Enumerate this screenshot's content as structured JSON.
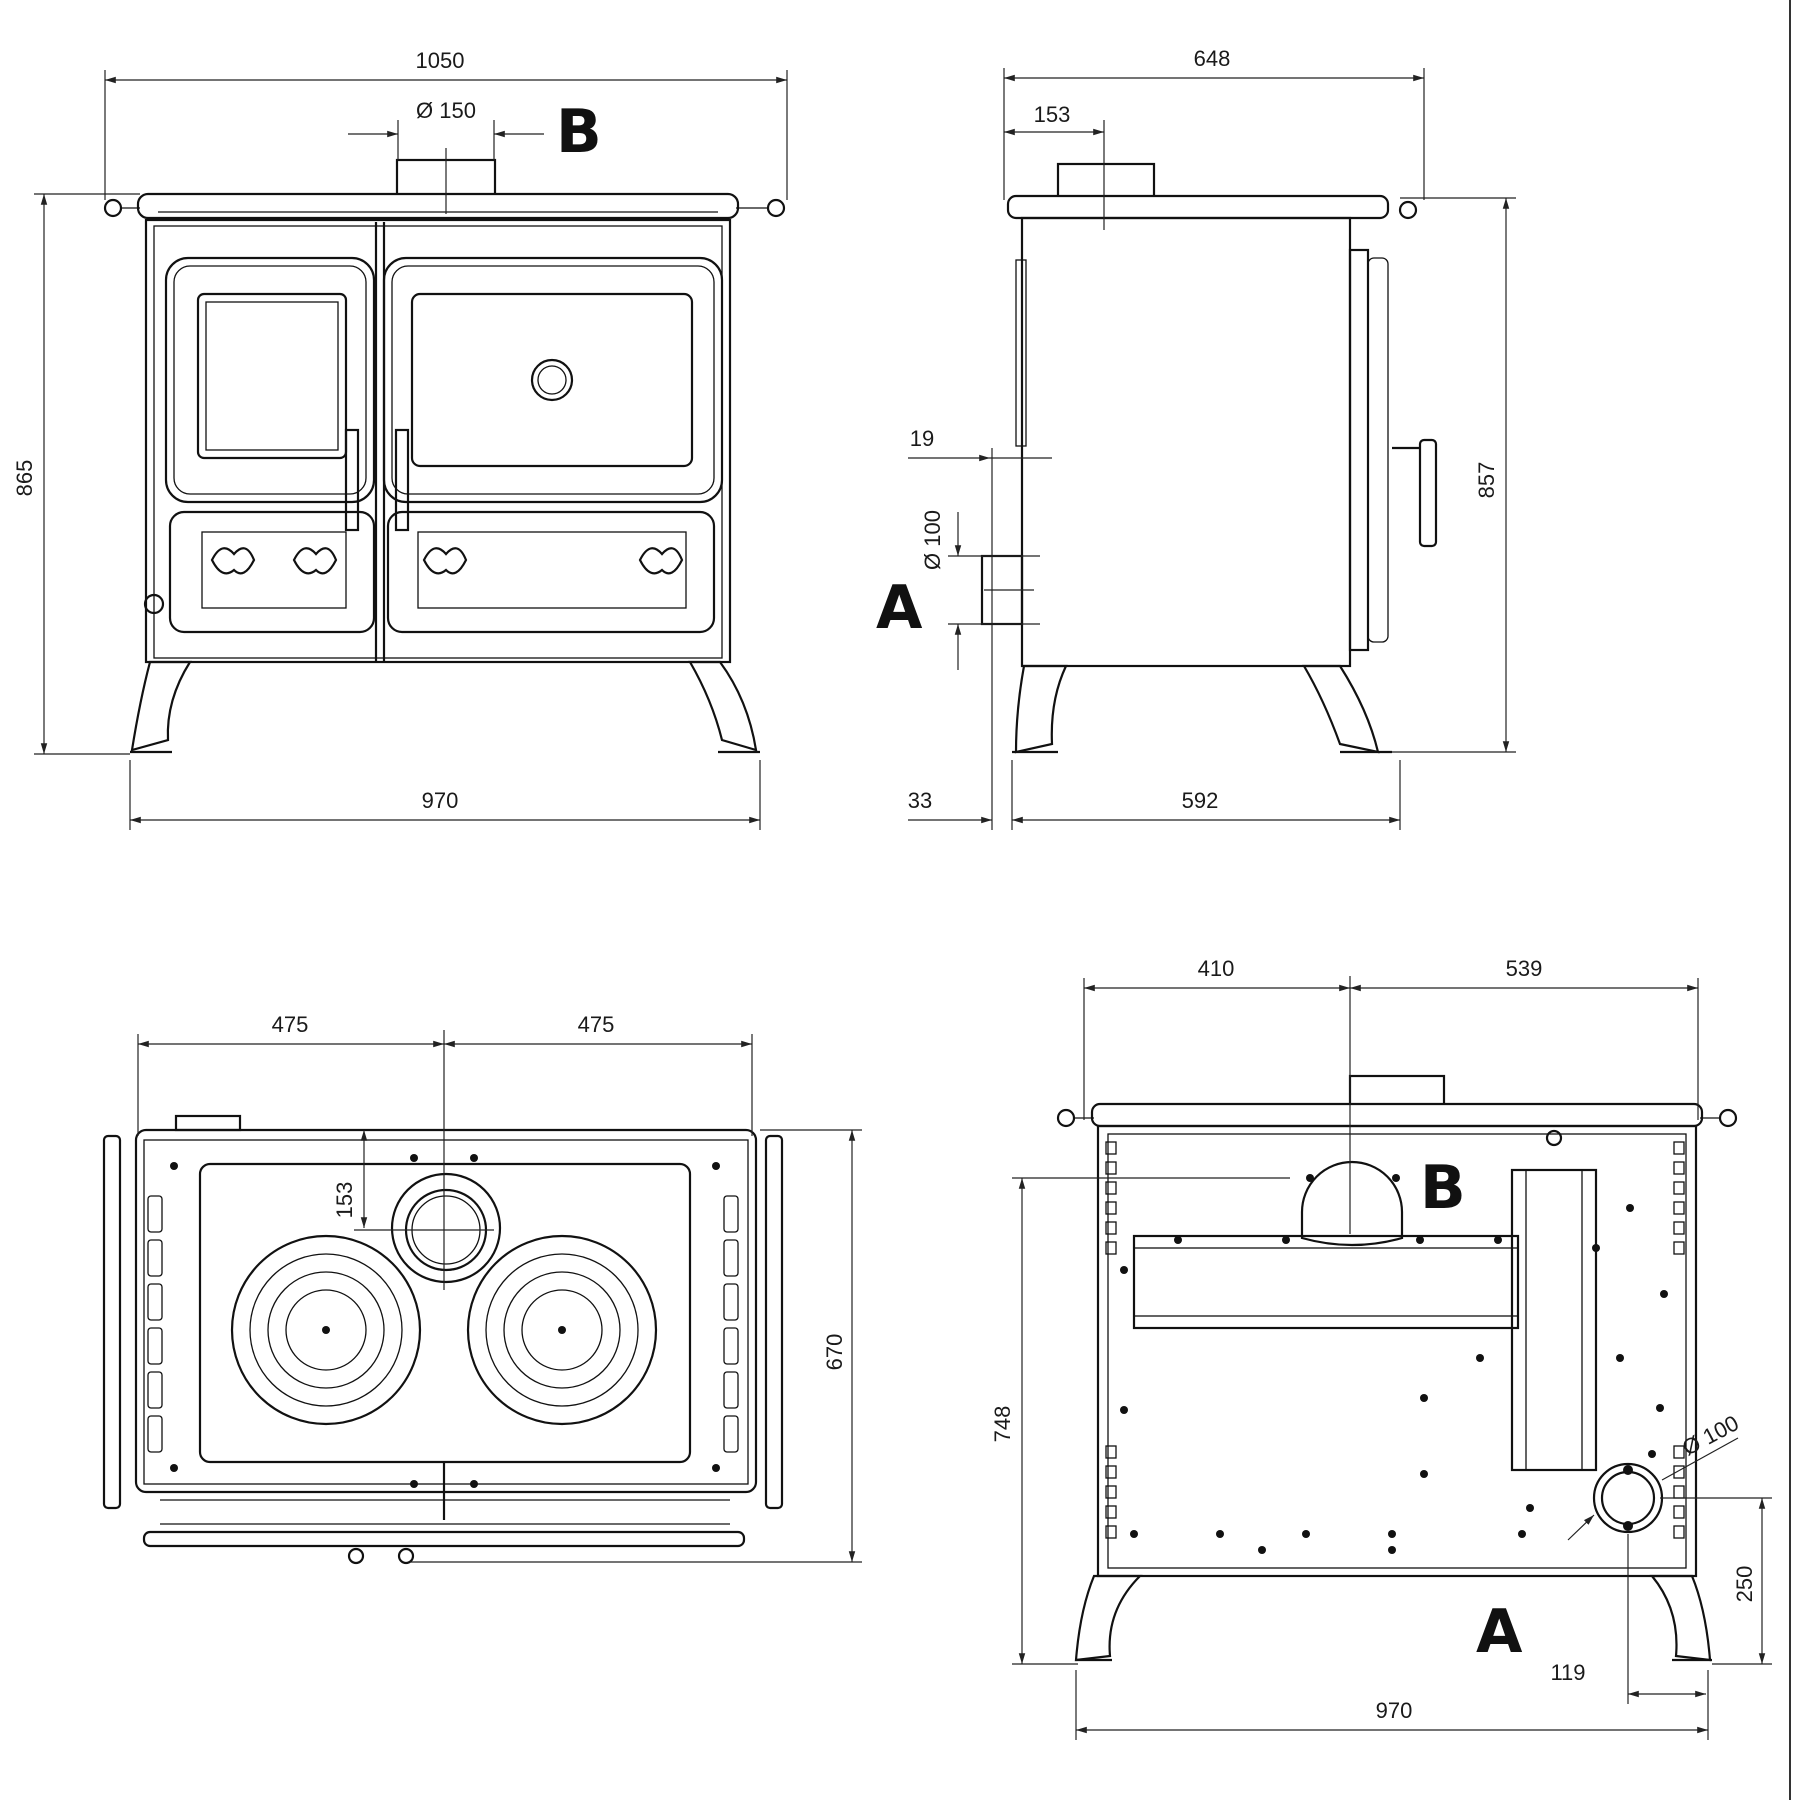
{
  "labels": {
    "front": {
      "width_top": "1050",
      "flue_diameter": "Ø 150",
      "flue_label": "B",
      "height": "865",
      "width_bottom": "970"
    },
    "side": {
      "depth_top": "648",
      "flue_offset": "153",
      "inlet_offset": "19",
      "inlet_diameter": "Ø 100",
      "inlet_label": "A",
      "height": "857",
      "rear_offset": "33",
      "depth_bottom": "592"
    },
    "top": {
      "left_half": "475",
      "right_half": "475",
      "flue_offset": "153",
      "depth": "670"
    },
    "rear": {
      "left_offset": "410",
      "right_offset": "539",
      "flue_label": "B",
      "flue_height": "748",
      "inlet_diameter": "Ø 100",
      "inlet_height": "250",
      "inlet_side_offset": "119",
      "inlet_label": "A",
      "width_bottom": "970"
    }
  },
  "colors": {
    "line": "#111111",
    "background": "#ffffff"
  }
}
